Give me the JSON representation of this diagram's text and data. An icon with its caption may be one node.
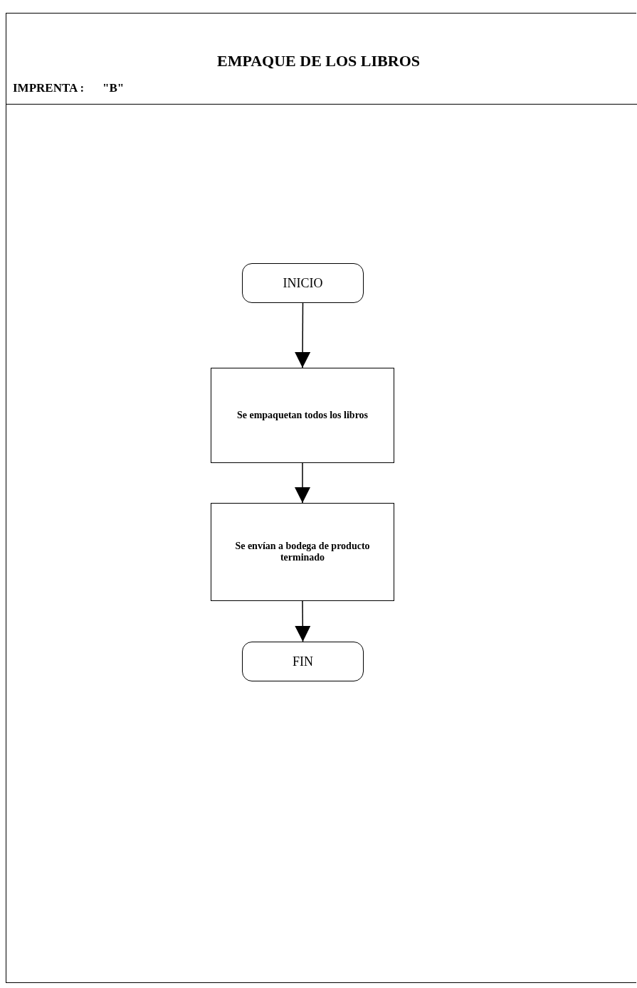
{
  "diagram": {
    "title": "EMPAQUE DE LOS LIBROS",
    "nodes": [
      {
        "text": [
          "INICIO"
        ]
      },
      {
        "text": [
          "Se empaquetan todos los libros"
        ]
      },
      {
        "text": [
          "Se envían a bodega de producto terminado"
        ]
      },
      {
        "text": [
          "FIN"
        ]
      }
    ],
    "edges": [
      {
        "from": 0,
        "to": 1,
        "arrow": "to"
      },
      {
        "from": 1,
        "to": 2,
        "arrow": "to"
      },
      {
        "from": 2,
        "to": 3,
        "arrow": "to"
      }
    ],
    "labels": [
      "IMPRENTA :",
      "\"B\""
    ]
  }
}
